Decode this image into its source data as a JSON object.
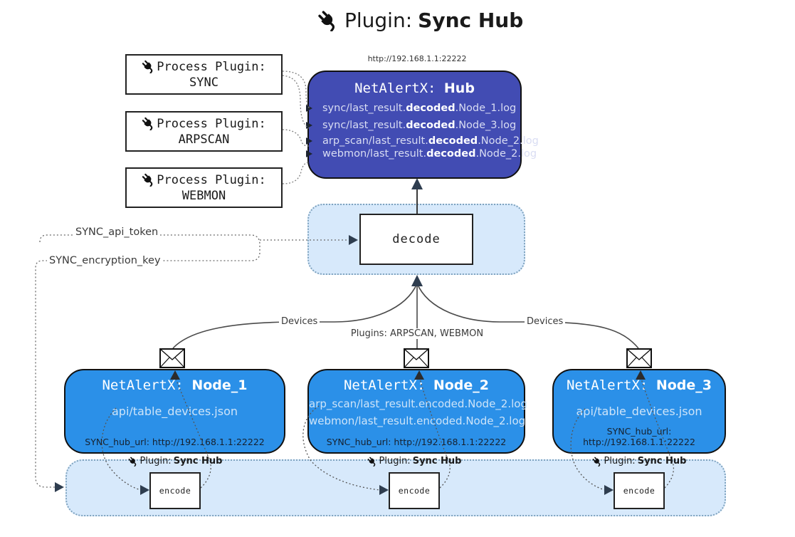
{
  "title": {
    "prefix": "Plugin:",
    "name": "Sync Hub"
  },
  "hub": {
    "url_label": "http://192.168.1.1:22222",
    "name_prefix": "NetAlertX:",
    "name": "Hub",
    "logs": [
      {
        "pre": "sync/last_result.",
        "bold": "decoded",
        "post": ".Node_1.log"
      },
      {
        "pre": "sync/last_result.",
        "bold": "decoded",
        "post": ".Node_3.log"
      },
      {
        "pre": "arp_scan/last_result.",
        "bold": "decoded",
        "post": ".Node_2.log"
      },
      {
        "pre": "webmon/last_result.",
        "bold": "decoded",
        "post": ".Node_2.log"
      }
    ]
  },
  "process_plugins": [
    {
      "label": "Process Plugin:",
      "name": "SYNC"
    },
    {
      "label": "Process Plugin:",
      "name": "ARPSCAN"
    },
    {
      "label": "Process Plugin:",
      "name": "WEBMON"
    }
  ],
  "decode_box": {
    "label": "decode"
  },
  "settings": {
    "api_token": "SYNC_api_token",
    "encryption_key": "SYNC_encryption_key"
  },
  "edge_labels": {
    "devices_left": "Devices",
    "plugins_middle": "Plugins: ARPSCAN, WEBMON",
    "devices_right": "Devices"
  },
  "nodes": [
    {
      "name_prefix": "NetAlertX:",
      "name": "Node_1",
      "files": [
        "api/table_devices.json"
      ],
      "hub_url": "SYNC_hub_url: http://192.168.1.1:22222"
    },
    {
      "name_prefix": "NetAlertX:",
      "name": "Node_2",
      "files": [
        "arp_scan/last_result.encoded.Node_2.log",
        "webmon/last_result.encoded.Node_2.log"
      ],
      "hub_url": "SYNC_hub_url: http://192.168.1.1:22222"
    },
    {
      "name_prefix": "NetAlertX:",
      "name": "Node_3",
      "files": [
        "api/table_devices.json"
      ],
      "hub_url": "SYNC_hub_url: http://192.168.1.1:22222"
    }
  ],
  "encoders": [
    {
      "plugin_prefix": "Plugin:",
      "plugin_name": "Sync Hub",
      "box_label": "encode"
    },
    {
      "plugin_prefix": "Plugin:",
      "plugin_name": "Sync Hub",
      "box_label": "encode"
    },
    {
      "plugin_prefix": "Plugin:",
      "plugin_name": "Sync Hub",
      "box_label": "encode"
    }
  ],
  "icons": {
    "plug_icon": "🔌",
    "envelope_icon": "✉",
    "arrow_right_icon": "▶"
  },
  "colors": {
    "hub_bg": "#424CB3",
    "node_bg": "#2B90E8",
    "container_bg": "#D7E9FB",
    "container_border": "#7FA3BF",
    "line": "#4A4A4A",
    "arrow": "#2E3D4F"
  }
}
